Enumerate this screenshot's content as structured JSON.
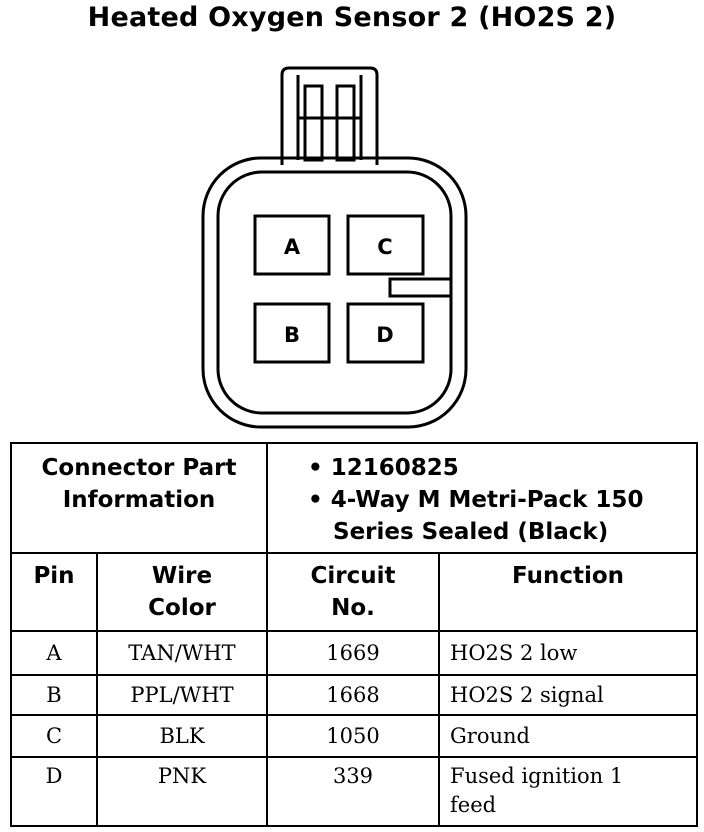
{
  "title": "Heated Oxygen Sensor 2 (HO2S 2)",
  "connector": {
    "pins": [
      "A",
      "C",
      "B",
      "D"
    ]
  },
  "part_info": {
    "label_line1": "Connector Part",
    "label_line2": "Information",
    "part_number": "• 12160825",
    "description_line1": "• 4-Way M Metri-Pack 150",
    "description_line2": "Series Sealed (Black)"
  },
  "table": {
    "headers": {
      "pin": "Pin",
      "wire_color_line1": "Wire",
      "wire_color_line2": "Color",
      "circuit_line1": "Circuit",
      "circuit_line2": "No.",
      "function": "Function"
    },
    "rows": [
      {
        "pin": "A",
        "wire": "TAN/WHT",
        "circuit": "1669",
        "function": "HO2S 2 low"
      },
      {
        "pin": "B",
        "wire": "PPL/WHT",
        "circuit": "1668",
        "function": "HO2S 2 signal"
      },
      {
        "pin": "C",
        "wire": "BLK",
        "circuit": "1050",
        "function": "Ground"
      },
      {
        "pin": "D",
        "wire": "PNK",
        "circuit": "339",
        "function_line1": "Fused ignition 1",
        "function_line2": "feed"
      }
    ]
  }
}
